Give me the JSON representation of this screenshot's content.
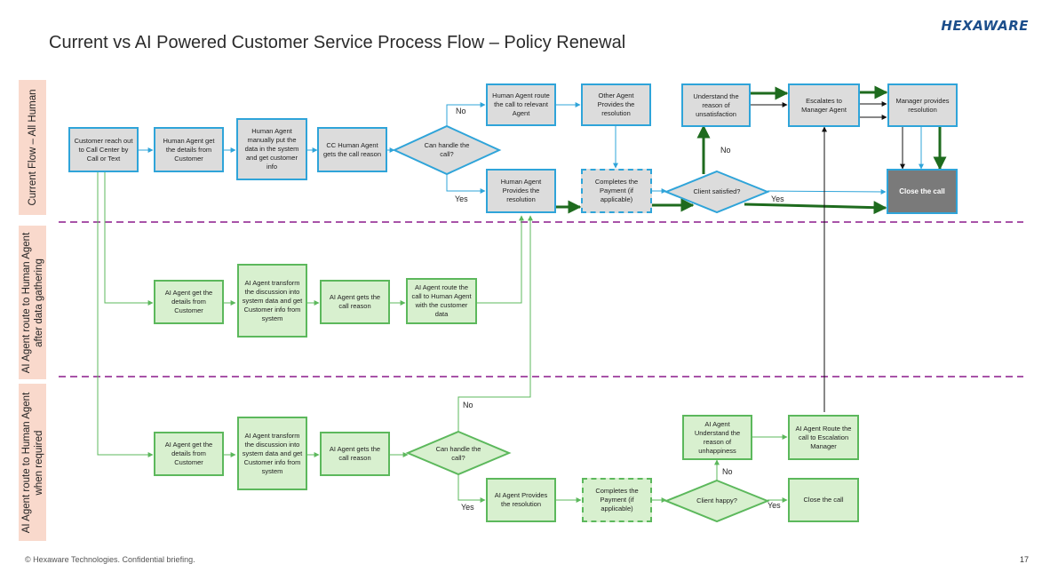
{
  "header": {
    "title": "Current vs AI Powered Customer Service Process Flow – Policy Renewal",
    "logo": "HEXAWARE"
  },
  "footer": {
    "copyright": "© Hexaware Technologies. Confidential briefing.",
    "page_number": "17"
  },
  "lanes": {
    "current": "Current Flow – All Human",
    "ai_after_line1": "AI Agent route to Human Agent",
    "ai_after_line2": "after data gathering",
    "ai_required_line1": "AI Agent route to Human Agent",
    "ai_required_line2": "when required"
  },
  "current_flow": {
    "customer_reach": "Customer reach out to Call Center by Call or Text",
    "human_get_details": "Human Agent get the details from Customer",
    "human_manual_input": "Human Agent manually put the data in the system and get customer info",
    "cc_call_reason": "CC Human Agent gets the call reason",
    "can_handle": "Can handle the call?",
    "route_relevant": "Human Agent route the call to relevant Agent",
    "other_agent": "Other Agent Provides the resolution",
    "human_provides": "Human Agent Provides the resolution",
    "completes_payment": "Completes the Payment (if applicable)",
    "client_satisfied": "Client satisfied?",
    "understand_reason": "Understand the reason of unsatisfaction",
    "escalates_manager": "Escalates to Manager Agent",
    "manager_resolution": "Manager provides resolution",
    "close_call": "Close the call"
  },
  "ai_after_flow": {
    "get_details": "AI Agent get the details from Customer",
    "transform": "AI Agent transform the discussion into system data and get Customer info from system",
    "call_reason": "AI Agent gets the call reason",
    "route_human": "AI Agent route the call to Human Agent with the customer data"
  },
  "ai_required_flow": {
    "get_details": "AI Agent get the details from Customer",
    "transform": "AI Agent transform the discussion into system data and get Customer info from system",
    "call_reason": "AI Agent gets the call reason",
    "can_handle": "Can handle the call?",
    "provides": "AI Agent Provides the resolution",
    "completes_payment": "Completes the Payment (if applicable)",
    "client_happy": "Client happy?",
    "understand": "AI Agent Understand the reason of unhappiness",
    "route_escalation": "AI Agent Route the call to Escalation Manager",
    "close_call": "Close the call"
  },
  "labels": {
    "no": "No",
    "yes": "Yes"
  },
  "colors": {
    "blue_border": "#2fa4d9",
    "green_border": "#5cb85c",
    "dark_green_arrow": "#1e6b1e",
    "lane_fill": "#f9d9cc",
    "separator": "#8b1a8b",
    "logo": "#1d4f8c"
  }
}
